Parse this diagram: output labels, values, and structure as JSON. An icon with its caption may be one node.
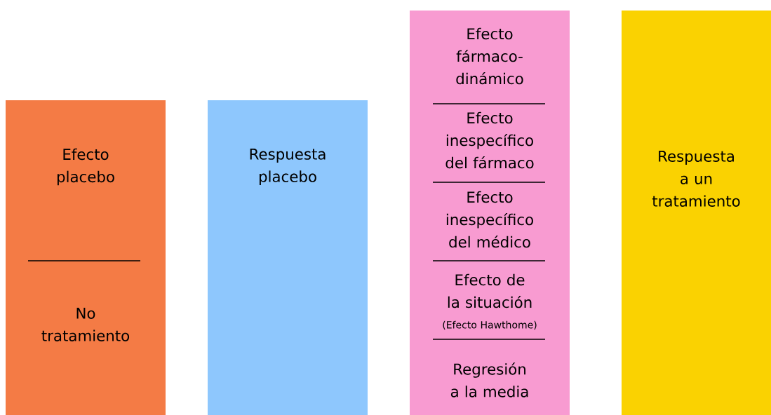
{
  "diagram": {
    "nodes": [
      {
        "text": [
          "Efecto placebo",
          "No tratamiento"
        ]
      },
      {
        "text": [
          "Respuesta placebo"
        ]
      },
      {
        "text": [
          "Efecto fármaco-dinámico",
          "Efecto inespecífico del fármaco",
          "Efecto inespecífico del médico",
          "Efecto de la situación",
          "(Efecto Hawthome)",
          "Regresión a la media"
        ]
      },
      {
        "text": [
          "Respuesta a un tratamiento"
        ]
      }
    ]
  }
}
